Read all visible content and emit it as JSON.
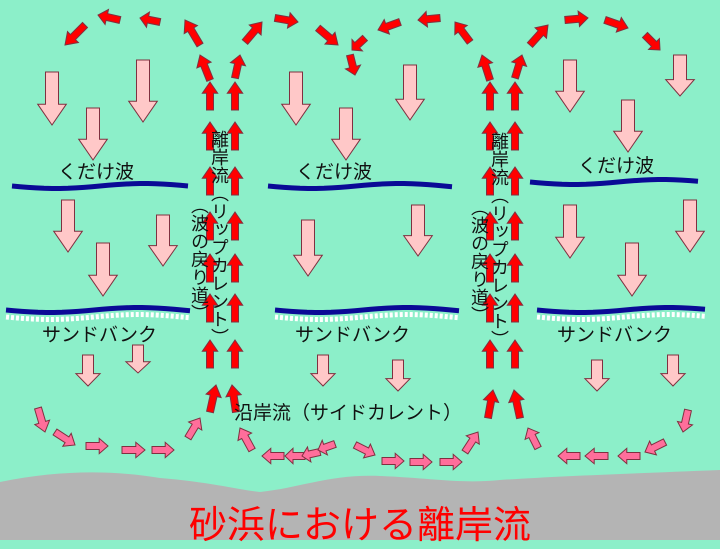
{
  "title": "砂浜における離岸流",
  "labels": {
    "breaking_wave": "くだけ波",
    "sandbank": "サンドバンク",
    "rip_current": "離岸流（リップカレント）",
    "wave_return": "（波の戻り道）",
    "longshore_current": "沿岸流（サイドカレント）"
  },
  "colors": {
    "sea": "#8cefc9",
    "beach": "#b4b4b4",
    "wave": "#0a0a96",
    "incoming": "#ffc8c8",
    "rip": "#ff0000",
    "longshore": "#ff6e9b",
    "title": "#ff0000"
  }
}
